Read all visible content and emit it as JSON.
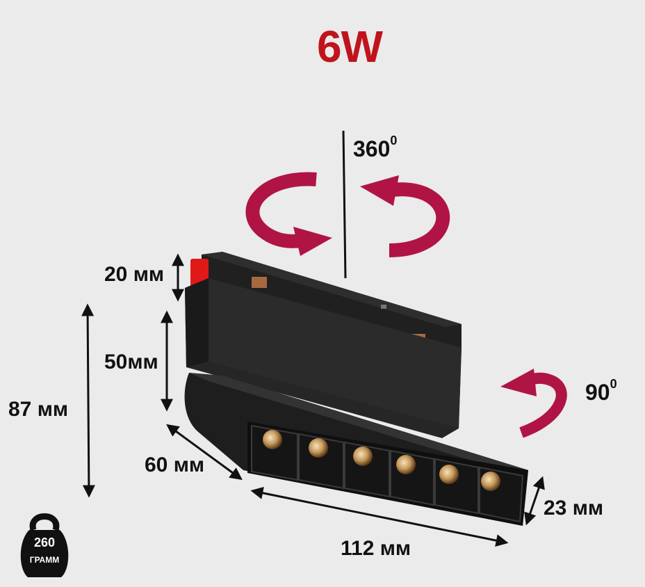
{
  "power": "6W",
  "rotation": {
    "vertical": {
      "value": "360",
      "sup": "0"
    },
    "tilt": {
      "value": "90",
      "sup": "0"
    }
  },
  "dimensions": {
    "top_height": "20 мм",
    "body_height": "50мм",
    "total_height": "87 мм",
    "depth": "60 мм",
    "length": "112 мм",
    "head_height": "23 мм"
  },
  "weight": {
    "value": "260",
    "unit": "ГРАММ"
  },
  "colors": {
    "accent_red": "#c0141c",
    "arrow_red": "#b01445",
    "body": "#1b1b1b",
    "background": "#ebebeb"
  }
}
